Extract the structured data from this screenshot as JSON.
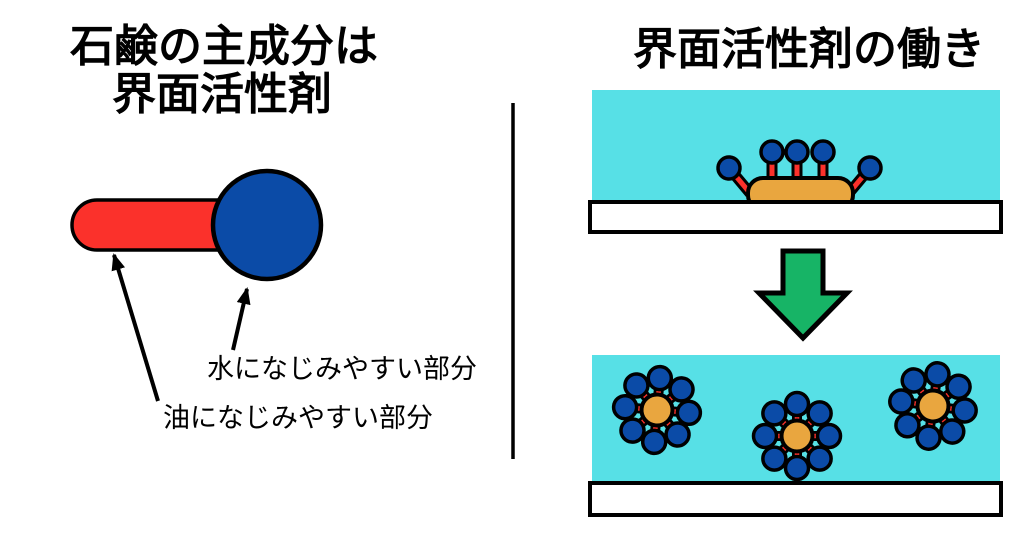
{
  "left_panel": {
    "title_line1": "石鹸の主成分は",
    "title_line2": "界面活性剤",
    "water_label": "水になじみやすい部分",
    "oil_label": "油になじみやすい部分"
  },
  "right_panel": {
    "title": "界面活性剤の働き"
  },
  "colors": {
    "tail_red": "#FB312B",
    "head_blue": "#0B4BA7",
    "water_cyan": "#57E0E6",
    "oil_orange": "#E9A63F",
    "arrow_green": "#17B466",
    "outline": "#000000",
    "surface_white": "#FFFFFF",
    "background": "#FFFFFF",
    "text": "#000000"
  }
}
